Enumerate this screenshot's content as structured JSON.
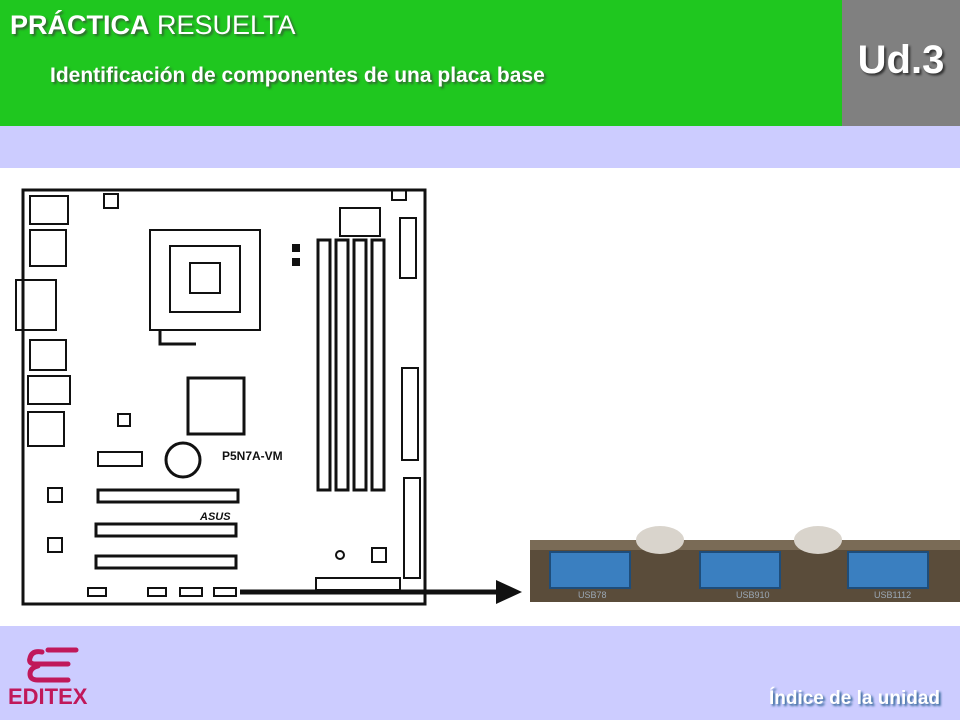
{
  "header": {
    "kicker_bold": "PRÁCTICA",
    "kicker_rest": " RESUELTA",
    "subtitle": "Identificación de componentes de una placa base",
    "unit": "Ud.3",
    "bg_color": "#1fc71f",
    "unit_bg_color": "#808080"
  },
  "board": {
    "model": "P5N7A-VM",
    "brand": "ASUS"
  },
  "usb_photo": {
    "labels": [
      "USB78",
      "USB910",
      "USB1112"
    ]
  },
  "footer": {
    "index_link": "Índice de la unidad",
    "logo_text": "EDITEX"
  },
  "colors": {
    "page_bg": "#ccccff",
    "logo": "#c0185a"
  }
}
